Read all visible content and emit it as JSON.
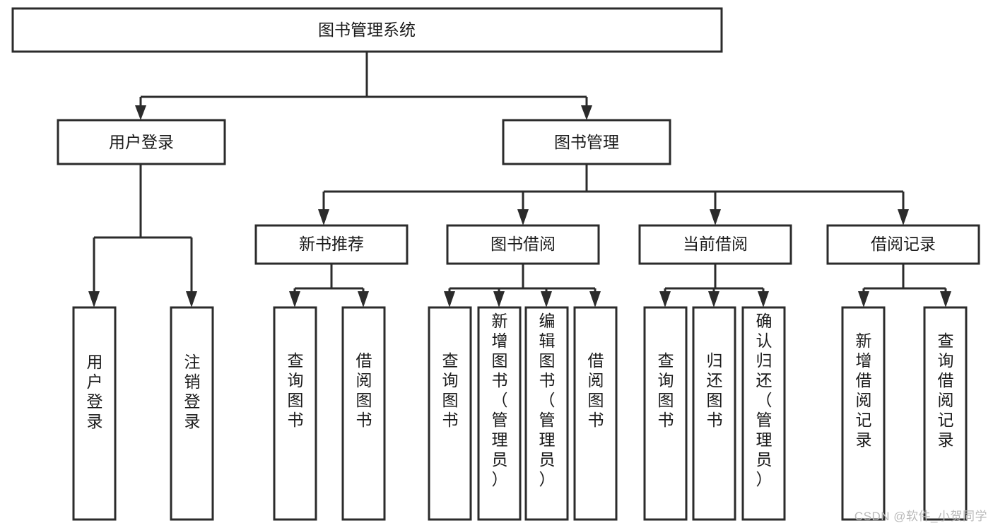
{
  "diagram": {
    "type": "tree-hierarchy-flowchart",
    "title": "图书管理系统",
    "watermark": "CSDN @软件_小贺同学",
    "colors": {
      "background": "#ffffff",
      "stroke": "#2b2b2b",
      "node_fill": "#ffffff",
      "text": "#1a1a1a",
      "watermark": "#b9b9b9"
    },
    "levels": [
      {
        "level": 1,
        "nodes": [
          {
            "id": "root",
            "label": "图书管理系统",
            "orientation": "horizontal"
          }
        ]
      },
      {
        "level": 2,
        "nodes": [
          {
            "id": "login",
            "label": "用户登录",
            "orientation": "horizontal",
            "parent": "root"
          },
          {
            "id": "bookmgmt",
            "label": "图书管理",
            "orientation": "horizontal",
            "parent": "root"
          }
        ]
      },
      {
        "level": 3,
        "nodes": [
          {
            "id": "newbook",
            "label": "新书推荐",
            "orientation": "horizontal",
            "parent": "bookmgmt"
          },
          {
            "id": "borrow",
            "label": "图书借阅",
            "orientation": "horizontal",
            "parent": "bookmgmt"
          },
          {
            "id": "current",
            "label": "当前借阅",
            "orientation": "horizontal",
            "parent": "bookmgmt"
          },
          {
            "id": "records",
            "label": "借阅记录",
            "orientation": "horizontal",
            "parent": "bookmgmt"
          }
        ]
      },
      {
        "level": 4,
        "nodes": [
          {
            "id": "leaf1",
            "label": "用户登录",
            "orientation": "vertical",
            "parent": "login"
          },
          {
            "id": "leaf2",
            "label": "注销登录",
            "orientation": "vertical",
            "parent": "login"
          },
          {
            "id": "leaf3",
            "label": "查询图书",
            "orientation": "vertical",
            "parent": "newbook"
          },
          {
            "id": "leaf4",
            "label": "借阅图书",
            "orientation": "vertical",
            "parent": "newbook"
          },
          {
            "id": "leaf5",
            "label": "查询图书",
            "orientation": "vertical",
            "parent": "borrow"
          },
          {
            "id": "leaf6",
            "label": "新增图书（管理员）",
            "orientation": "vertical",
            "parent": "borrow"
          },
          {
            "id": "leaf7",
            "label": "编辑图书（管理员）",
            "orientation": "vertical",
            "parent": "borrow"
          },
          {
            "id": "leaf8",
            "label": "借阅图书",
            "orientation": "vertical",
            "parent": "borrow"
          },
          {
            "id": "leaf9",
            "label": "查询图书",
            "orientation": "vertical",
            "parent": "current"
          },
          {
            "id": "leaf10",
            "label": "归还图书",
            "orientation": "vertical",
            "parent": "current"
          },
          {
            "id": "leaf11",
            "label": "确认归还（管理员）",
            "orientation": "vertical",
            "parent": "current"
          },
          {
            "id": "leaf12",
            "label": "新增借阅记录",
            "orientation": "vertical",
            "parent": "records"
          },
          {
            "id": "leaf13",
            "label": "查询借阅记录",
            "orientation": "vertical",
            "parent": "records"
          }
        ]
      }
    ]
  }
}
